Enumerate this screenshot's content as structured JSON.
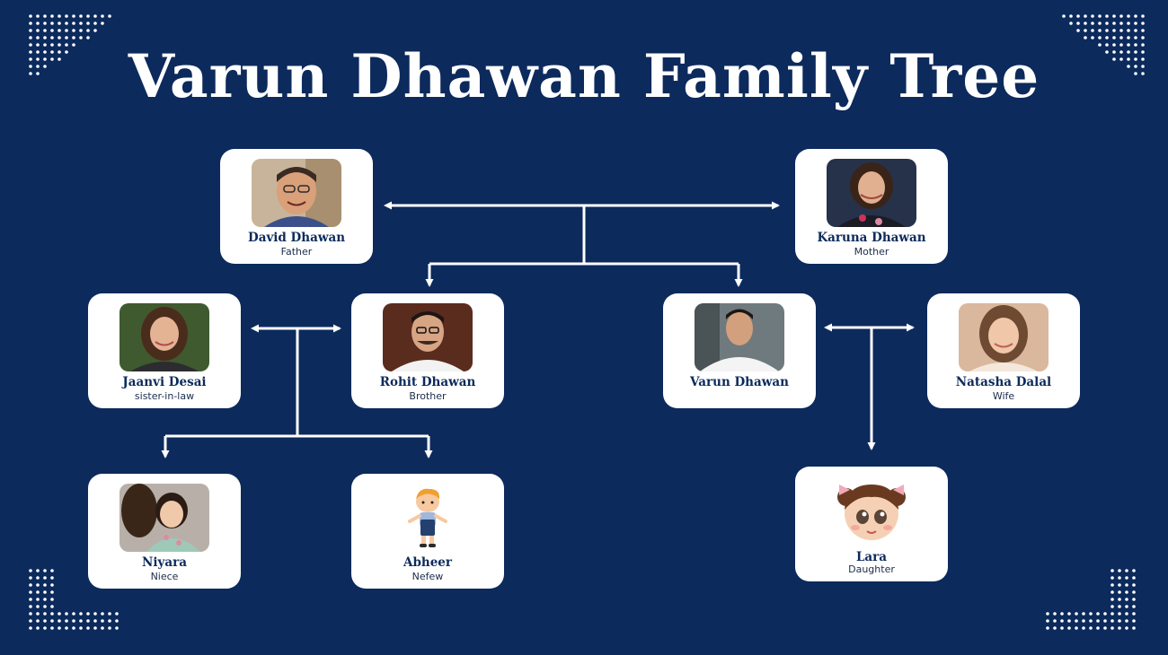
{
  "title": "Varun Dhawan Family Tree",
  "colors": {
    "background": "#0c2a5c",
    "card": "#ffffff",
    "name_text": "#0c2a5c",
    "connector": "#ffffff"
  },
  "members": {
    "david": {
      "name": "David Dhawan",
      "role": "Father"
    },
    "karuna": {
      "name": "Karuna Dhawan",
      "role": "Mother"
    },
    "jaanvi": {
      "name": "Jaanvi Desai",
      "role": "sister-in-law"
    },
    "rohit": {
      "name": "Rohit Dhawan",
      "role": "Brother"
    },
    "varun": {
      "name": "Varun Dhawan",
      "role": ""
    },
    "natasha": {
      "name": "Natasha Dalal",
      "role": "Wife"
    },
    "niyara": {
      "name": "Niyara",
      "role": "Niece"
    },
    "abheer": {
      "name": "Abheer",
      "role": "Nefew"
    },
    "lara": {
      "name": "Lara",
      "role": "Daughter"
    }
  },
  "icons": {
    "david": "man-portrait-photo",
    "karuna": "woman-portrait-photo",
    "jaanvi": "woman-portrait-photo",
    "rohit": "man-portrait-photo",
    "varun": "man-portrait-photo",
    "natasha": "woman-portrait-photo",
    "niyara": "child-photo",
    "abheer": "cartoon-boy-icon",
    "lara": "cartoon-girl-icon"
  }
}
